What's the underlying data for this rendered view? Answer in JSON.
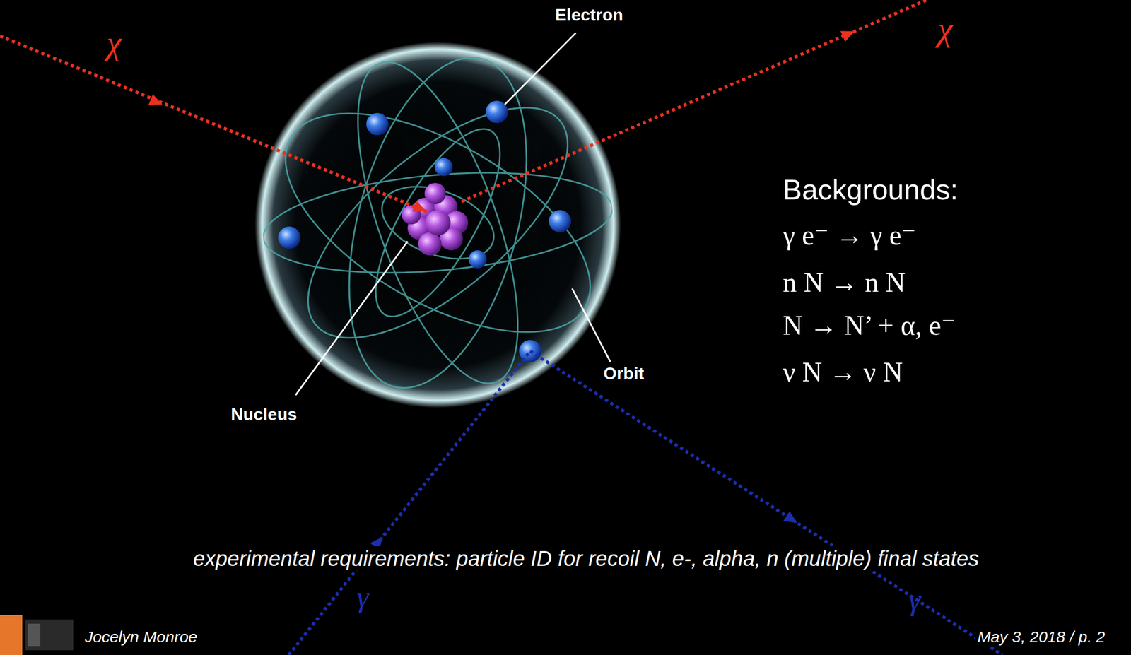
{
  "diagram": {
    "caption": "experimental requirements: particle ID for recoil N, e-, alpha, n (multiple) final states",
    "labels": [
      "χ",
      "χ",
      "Electron",
      "Nucleus",
      "Orbit",
      "Backgrounds:",
      "γ e⁻ → γ e⁻",
      "n N → n N",
      "N → N’ + α, e⁻",
      "ν N → ν N",
      "γ",
      "γ",
      "Jocelyn Monroe",
      "May 3, 2018 / p. 2"
    ]
  }
}
